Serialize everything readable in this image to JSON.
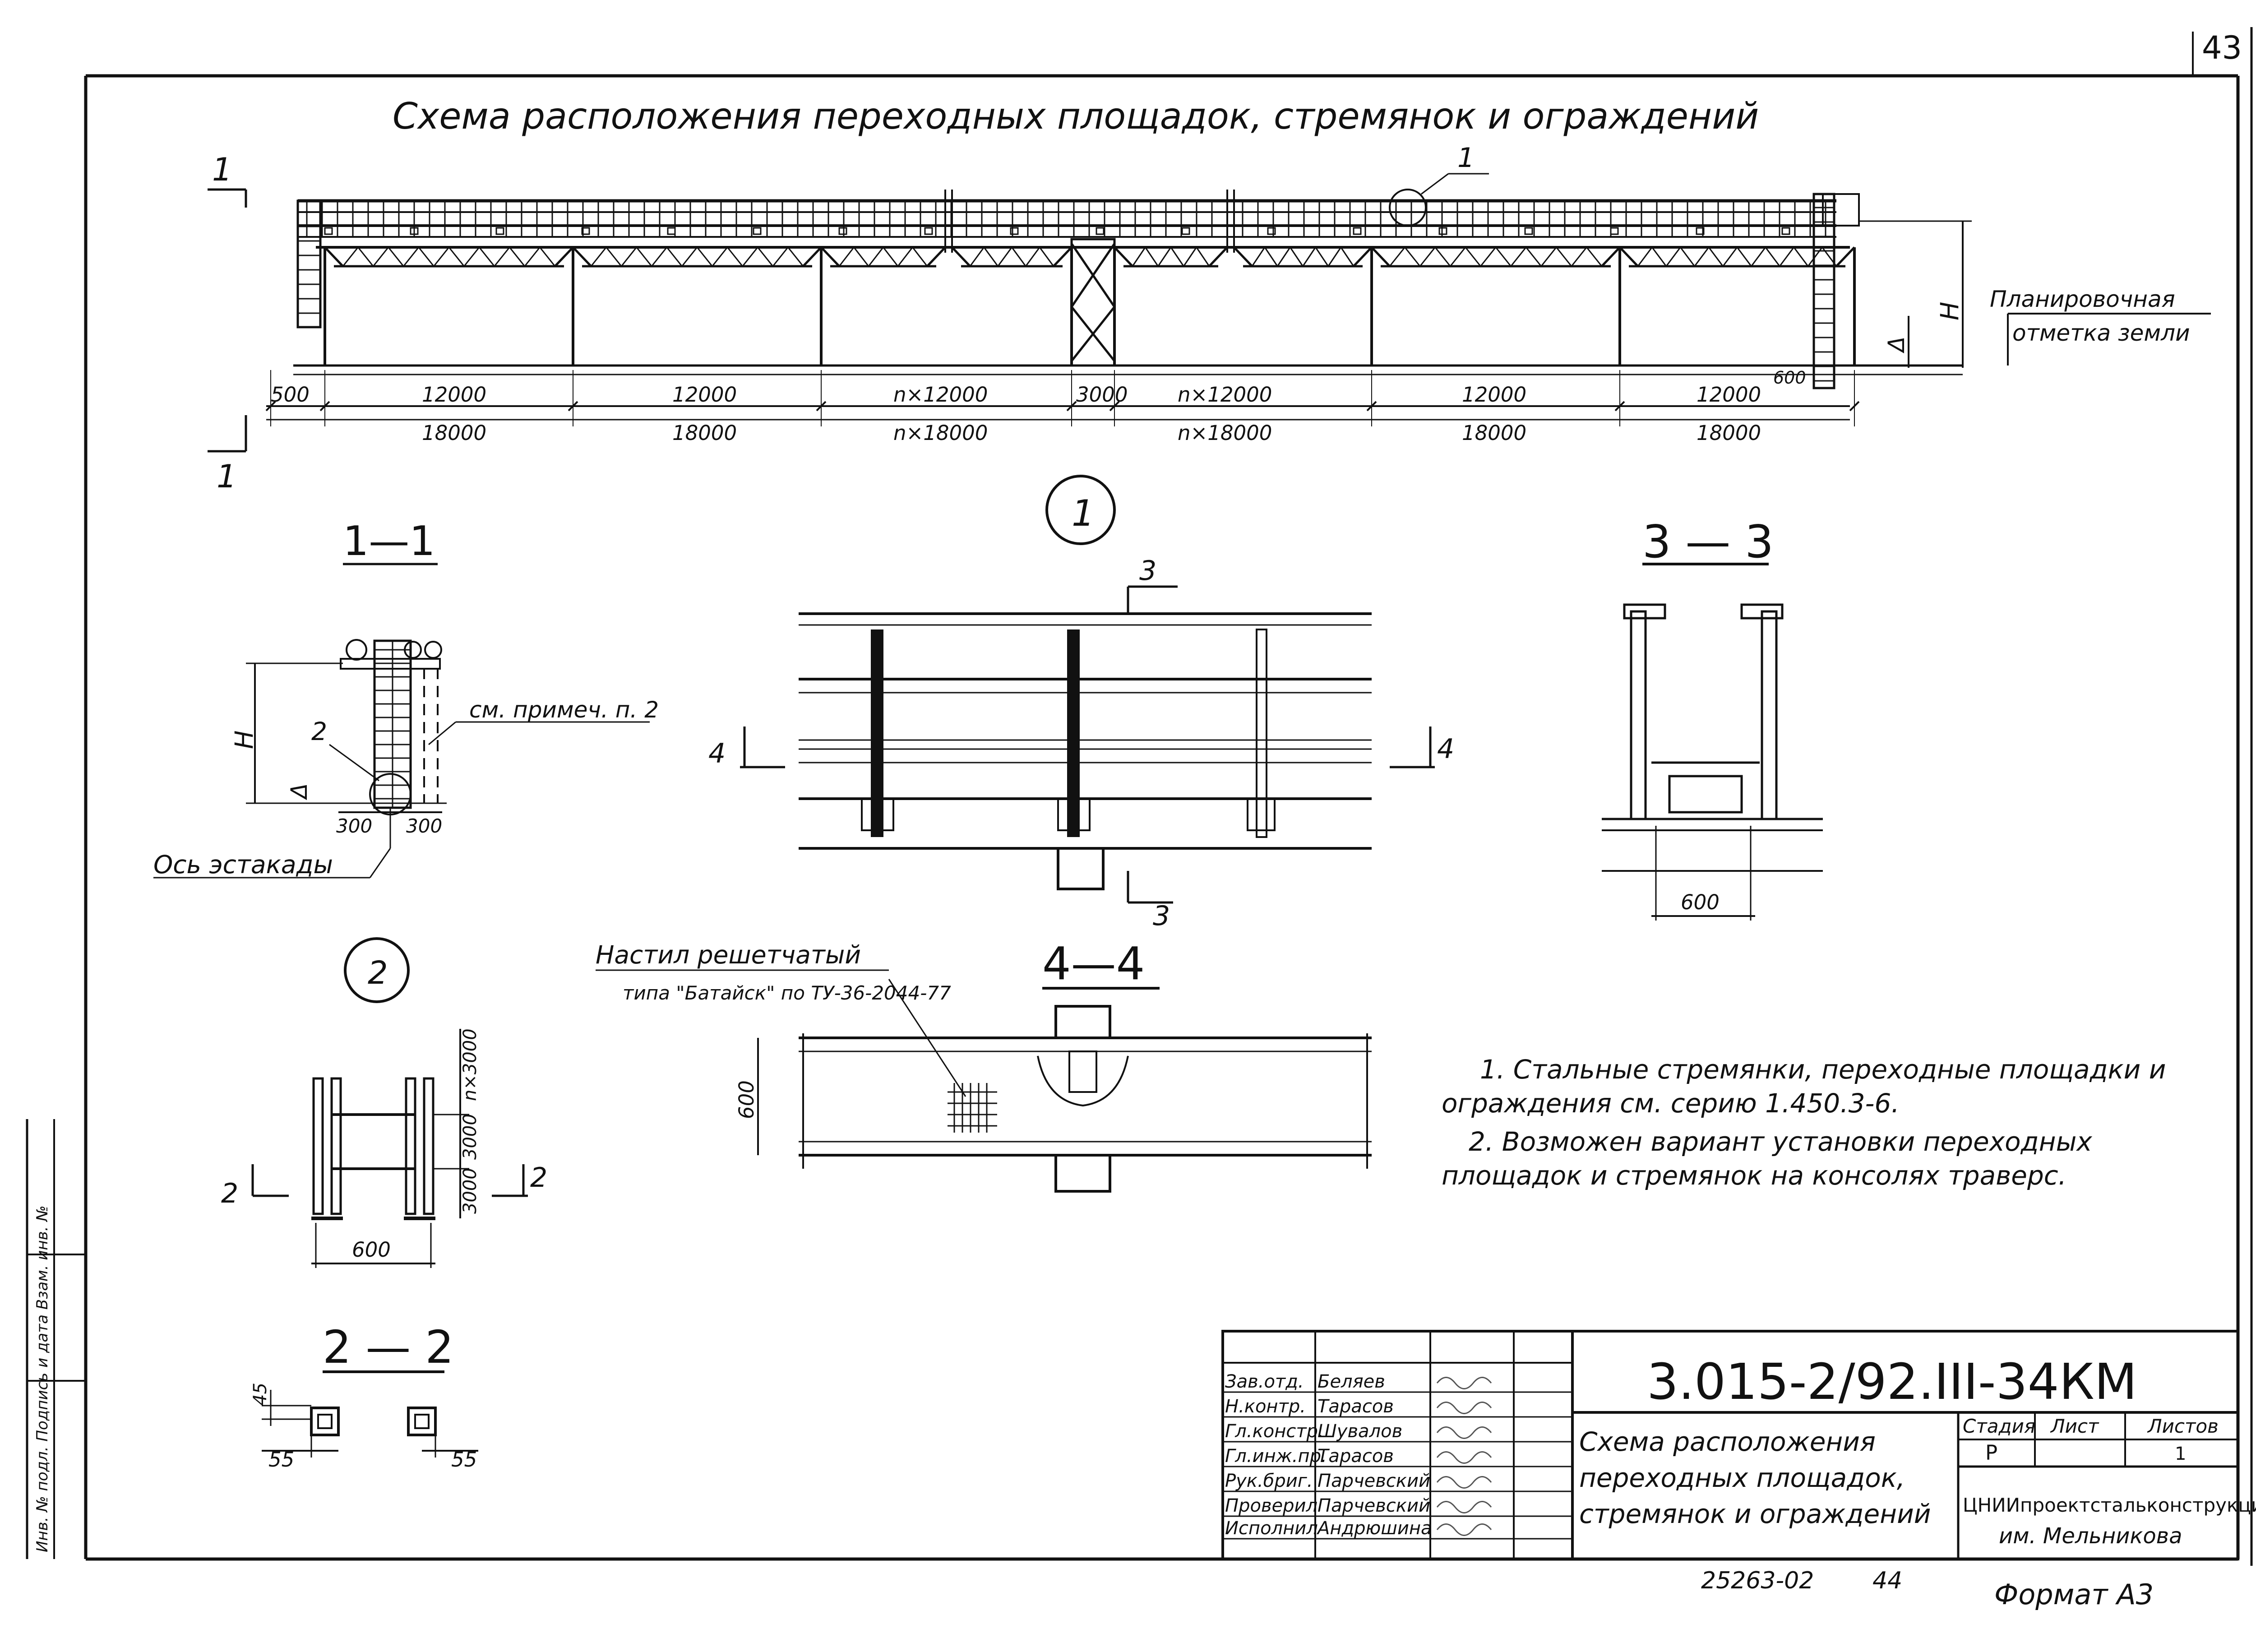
{
  "sheet": {
    "corner_number": "43",
    "title": "Схема расположения переходных площадок, стремянок и ограждений"
  },
  "elevation": {
    "section_marker": "1",
    "callout_1": "1",
    "dims_top": [
      "500",
      "12000",
      "12000",
      "n×12000",
      "3000",
      "n×12000",
      "12000",
      "12000"
    ],
    "dims_bottom": [
      "18000",
      "18000",
      "n×18000",
      "n×18000",
      "18000",
      "18000"
    ],
    "dim_600": "600",
    "h_label": "H",
    "delta_label": "Δ",
    "ground_label_1": "Планировочная",
    "ground_label_2": "отметка земли"
  },
  "section_1_1": {
    "title": "1—1",
    "h_label": "H",
    "delta_label": "Δ",
    "callout": "2",
    "note_ref": "см. примеч. п. 2",
    "dim_left": "300",
    "dim_right": "300",
    "axis_label": "Ось эстакады"
  },
  "detail_1": {
    "label": "1",
    "cut_3": "3",
    "cut_4": "4"
  },
  "section_3_3": {
    "title": "3 — 3",
    "dim": "600"
  },
  "node_2": {
    "label": "2",
    "dim_top": "n×3000",
    "dim_mid": "3000",
    "dim_bot": "3000",
    "dim_width": "600",
    "cut": "2"
  },
  "section_2_2": {
    "title": "2 — 2",
    "dim_45": "45",
    "dim_55a": "55",
    "dim_55b": "55"
  },
  "section_4_4": {
    "title": "4—4",
    "deck_label_1": "Настил решетчатый",
    "deck_label_2": "типа \"Батайск\" по ТУ-36-2044-77",
    "dim": "600"
  },
  "notes": [
    "1.  Стальные стремянки, переходные площадки и ограждения см. серию 1.450.3-6.",
    "2.  Возможен вариант установки переходных площадок и стремянок на консолях траверс."
  ],
  "title_block": {
    "designation": "3.015-2/92.III-34КМ",
    "sheet_title_1": "Схема расположения",
    "sheet_title_2": "переходных площадок,",
    "sheet_title_3": "стремянок и ограждений",
    "stage_header": "Стадия",
    "sheet_header": "Лист",
    "sheets_header": "Листов",
    "stage": "Р",
    "sheets_count": "1",
    "org_1": "ЦНИИпроектстальконструкция",
    "org_2": "им. Мельникова",
    "roles": [
      {
        "role": "Зав.отд.",
        "name": "Беляев"
      },
      {
        "role": "Н.контр.",
        "name": "Тарасов"
      },
      {
        "role": "Гл.констр.",
        "name": "Шувалов"
      },
      {
        "role": "Гл.инж.пр.",
        "name": "Тарасов"
      },
      {
        "role": "Рук.бриг.",
        "name": "Парчевский"
      },
      {
        "role": "Проверил",
        "name": "Парчевский"
      },
      {
        "role": "Исполнил",
        "name": "Андрюшина"
      }
    ],
    "inventory": "25263-02",
    "inventory_page": "44",
    "format": "Формат А3"
  },
  "side_stamp": {
    "text": "Инв. № подл.   Подпись и дата   Взам. инв. №"
  }
}
